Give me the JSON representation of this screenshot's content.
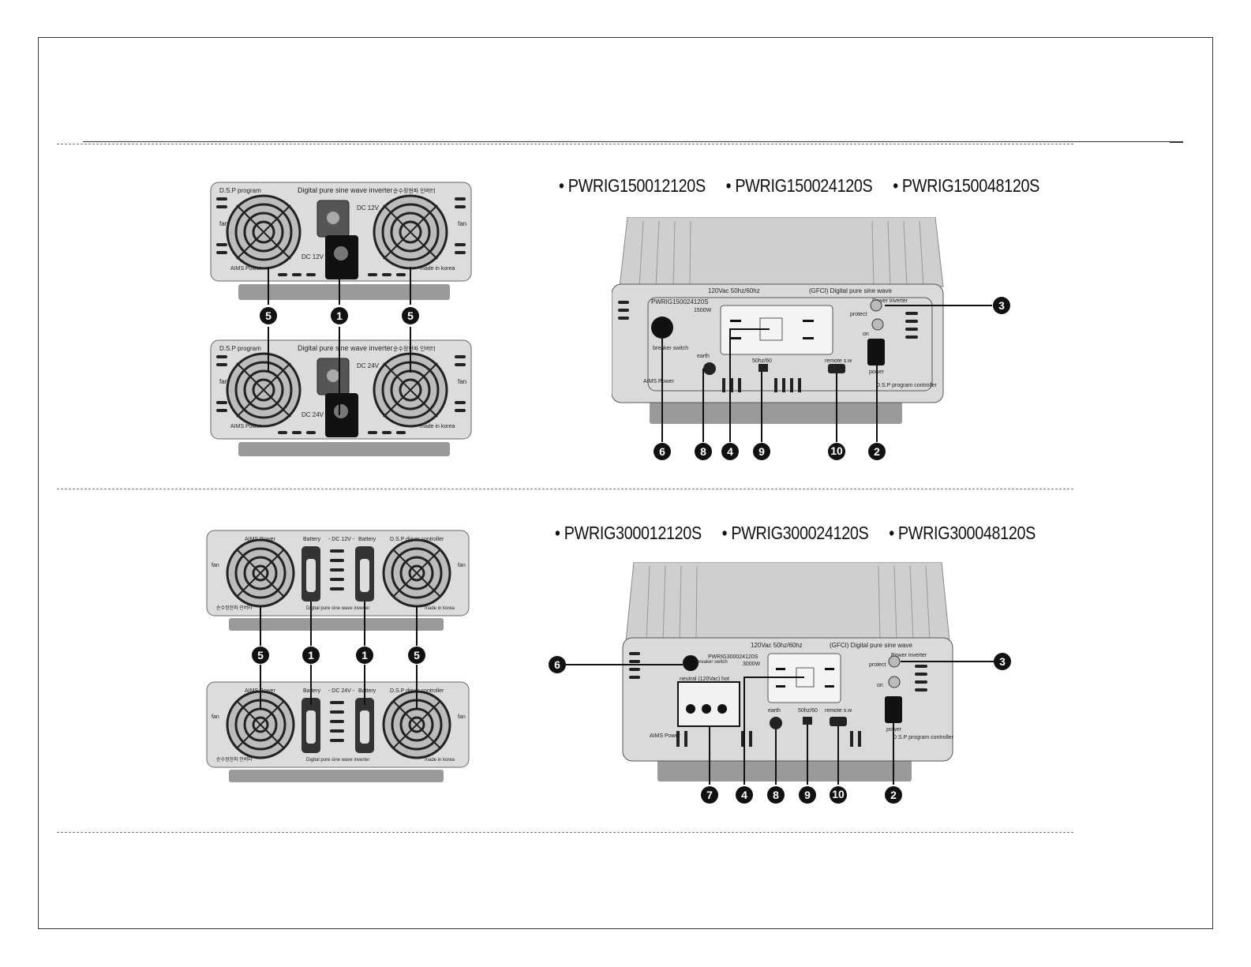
{
  "sections": [
    {
      "models": [
        "• PWRIG150012120S",
        "• PWRIG150024120S",
        "• PWRIG150048120S"
      ],
      "dc_units": [
        {
          "top_left_label": "D.S.P program",
          "top_center_label": "Digital pure sine wave inverter",
          "top_right_label": "순수정현파 인버터",
          "fan_left": "fan",
          "fan_right": "fan",
          "dc_label": "DC 12V",
          "dc_label_lower": "DC 12V",
          "brand": "AIMS Power",
          "made_in": "made in korea"
        },
        {
          "top_left_label": "D.S.P program",
          "top_center_label": "Digital pure sine wave inverter",
          "top_right_label": "순수정현파 인버터",
          "fan_left": "fan",
          "fan_right": "fan",
          "dc_label": "DC 24V",
          "dc_label_lower": "DC 24V",
          "brand": "AIMS Power",
          "made_in": "made in korea"
        }
      ],
      "dc_markers": [
        "5",
        "1",
        "5"
      ],
      "ac_unit": {
        "rating": "120Vac 50hz/60hz",
        "gfci": "(GFCI) Digital pure sine wave",
        "model": "PWRIG150024120S",
        "watts": "1500W",
        "breaker": "breaker switch",
        "earth": "earth",
        "freq": "50hz/60",
        "remote": "remote s.w",
        "power_inverter": "Power inverter",
        "protect": "protect",
        "on": "on",
        "power": "power",
        "dsp": "D.S.P program controller",
        "brand": "AIMS Power"
      },
      "ac_markers": [
        "6",
        "8",
        "4",
        "9",
        "10",
        "2",
        "3"
      ]
    },
    {
      "models": [
        "• PWRIG300012120S",
        "• PWRIG300024120S",
        "• PWRIG300048120S"
      ],
      "dc_units": [
        {
          "brand": "AIMS Power",
          "battery_left": "Battery",
          "dc_label": "- DC 12V -",
          "battery_right": "Battery",
          "top_right_label": "D.S.P driver controller",
          "fan_left": "fan",
          "fan_right": "fan",
          "bottom_left": "순수정현파 인버터",
          "bottom_center": "Digital pure sine wave inverter",
          "made_in": "made in korea"
        },
        {
          "brand": "AIMS Power",
          "battery_left": "Battery",
          "dc_label": "- DC 24V -",
          "battery_right": "Battery",
          "top_right_label": "D.S.P driver controller",
          "fan_left": "fan",
          "fan_right": "fan",
          "bottom_left": "순수정현파 인버터",
          "bottom_center": "Digital pure sine wave inverter",
          "made_in": "made in korea"
        }
      ],
      "dc_markers": [
        "5",
        "1",
        "1",
        "5"
      ],
      "ac_unit": {
        "rating": "120Vac 50hz/60hz",
        "gfci": "(GFCI) Digital pure sine wave",
        "model": "PWRIG300024120S",
        "watts": "3000W",
        "breaker": "breaker switch",
        "terminal": "neutral (120Vac) hot",
        "earth": "earth",
        "freq": "50hz/60",
        "remote": "remote s.w",
        "power_inverter": "Power inverter",
        "protect": "protect",
        "on": "on",
        "power": "power",
        "dsp": "D.S.P program controller",
        "brand": "AIMS Power"
      },
      "ac_markers": [
        "6",
        "7",
        "4",
        "8",
        "9",
        "10",
        "2",
        "3"
      ]
    }
  ],
  "colors": {
    "ink": "#111111",
    "rule": "#777777",
    "metal": "#d9d9d9",
    "metal_dark": "#9a9a9a",
    "badge": "#111111"
  }
}
